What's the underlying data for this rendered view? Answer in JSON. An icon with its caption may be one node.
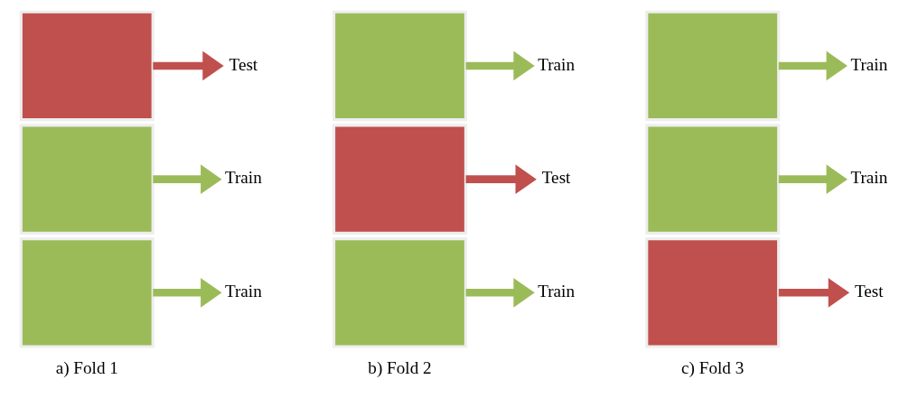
{
  "diagram": {
    "nodes": [
      {
        "text": [],
        "shape": "box"
      },
      {
        "text": [
          "Test"
        ]
      },
      {
        "text": [],
        "shape": "box"
      },
      {
        "text": [
          "Train"
        ]
      },
      {
        "text": [],
        "shape": "box"
      },
      {
        "text": [
          "Train"
        ]
      },
      {
        "text": [],
        "shape": "box"
      },
      {
        "text": [
          "Train"
        ]
      },
      {
        "text": [],
        "shape": "box"
      },
      {
        "text": [
          "Test"
        ]
      },
      {
        "text": [],
        "shape": "box"
      },
      {
        "text": [
          "Train"
        ]
      },
      {
        "text": [],
        "shape": "box"
      },
      {
        "text": [
          "Train"
        ]
      },
      {
        "text": [],
        "shape": "box"
      },
      {
        "text": [
          "Train"
        ]
      },
      {
        "text": [],
        "shape": "box"
      },
      {
        "text": [
          "Test"
        ]
      }
    ],
    "edges": [
      {
        "from": 0,
        "to": 1,
        "arrow": "to",
        "color": "#c0504d"
      },
      {
        "from": 2,
        "to": 3,
        "arrow": "to"
      },
      {
        "from": 4,
        "to": 5,
        "arrow": "to"
      },
      {
        "from": 6,
        "to": 7,
        "arrow": "to"
      },
      {
        "from": 8,
        "to": 9,
        "arrow": "to",
        "color": "#c0504d"
      },
      {
        "from": 10,
        "to": 11,
        "arrow": "to"
      },
      {
        "from": 12,
        "to": 13,
        "arrow": "to"
      },
      {
        "from": 14,
        "to": 15,
        "arrow": "to"
      },
      {
        "from": 16,
        "to": 17,
        "arrow": "to",
        "color": "#c0504d"
      }
    ],
    "labels": [
      "a) Fold 1",
      "b) Fold 2",
      "c) Fold 3"
    ]
  }
}
